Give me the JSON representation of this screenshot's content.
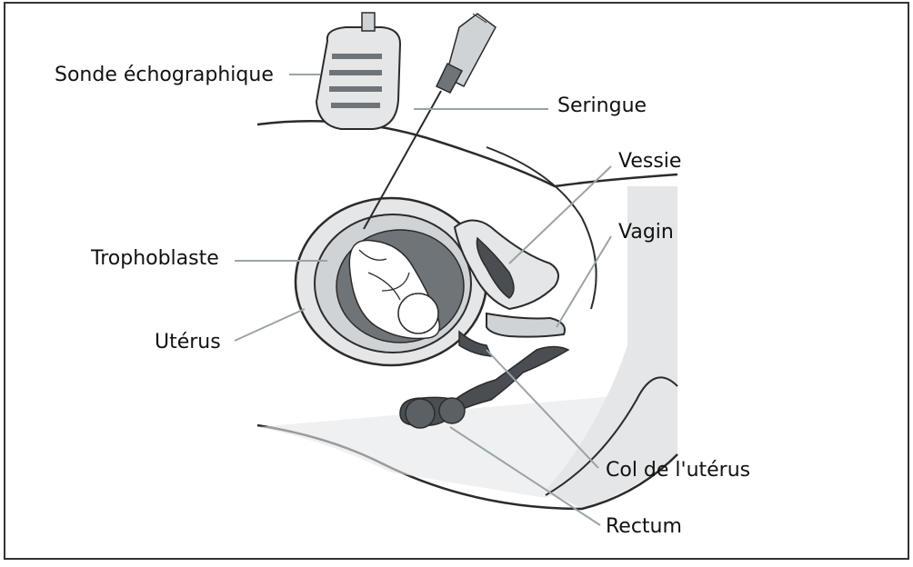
{
  "diagram": {
    "labels": {
      "probe": "Sonde échographique",
      "syringe": "Seringue",
      "bladder": "Vessie",
      "vagina": "Vagin",
      "trophoblast": "Trophoblaste",
      "uterus": "Utérus",
      "cervix": "Col de l'utérus",
      "rectum": "Rectum"
    },
    "colors": {
      "outline": "#2b2b2b",
      "tissue_light": "#e4e6e7",
      "tissue_mid": "#cfd3d5",
      "fluid_dark": "#6f7478",
      "organ_dark": "#4a4e52",
      "leader": "#9aa3a8",
      "frame": "#333333"
    }
  }
}
